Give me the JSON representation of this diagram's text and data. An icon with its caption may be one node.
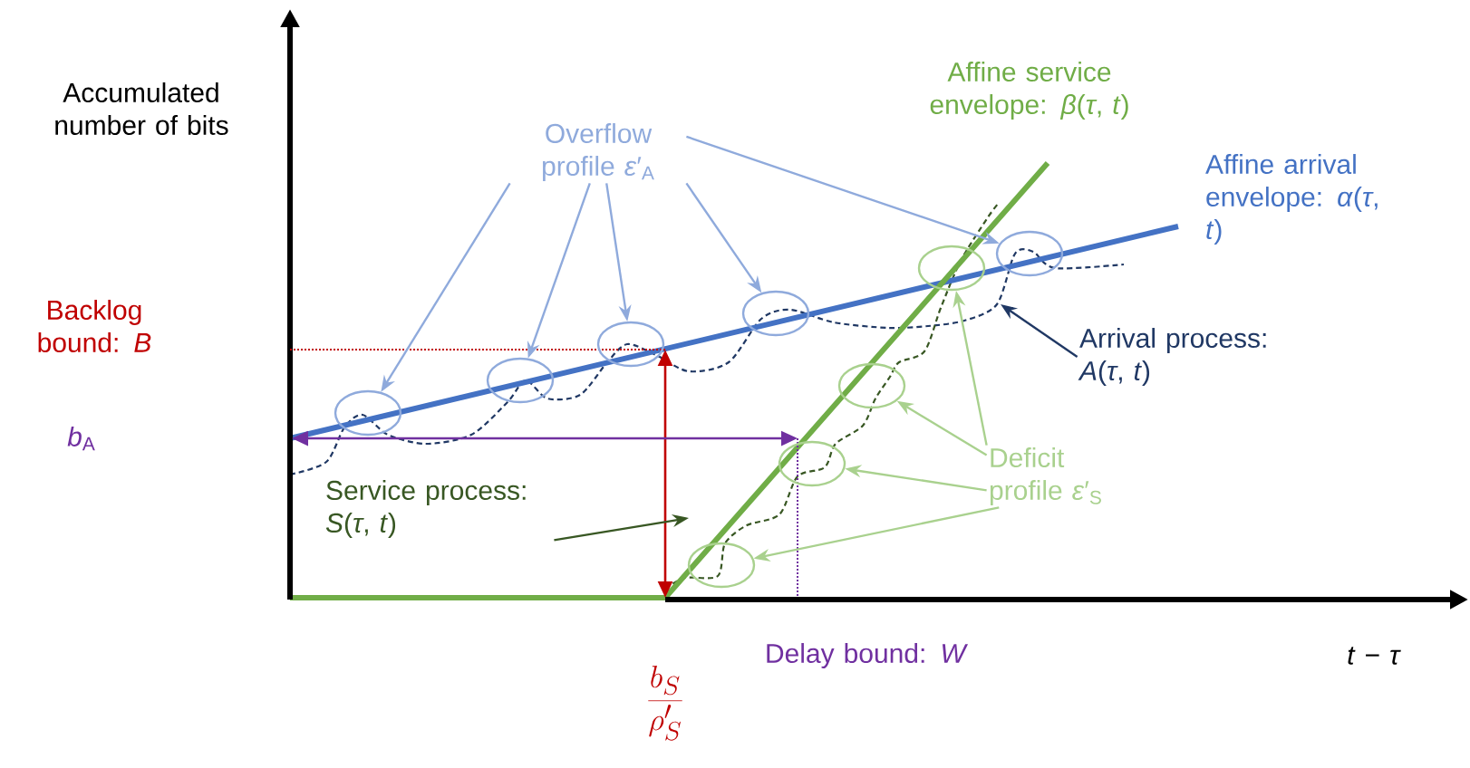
{
  "diagram": {
    "nodes": [
      {
        "text": [
          "Overflow profile *ε*′$_{A}$"
        ]
      },
      {
        "text": [],
        "shape": "ellipse"
      },
      {
        "text": [],
        "shape": "ellipse"
      },
      {
        "text": [],
        "shape": "ellipse"
      },
      {
        "text": [],
        "shape": "ellipse"
      },
      {
        "text": [],
        "shape": "ellipse"
      },
      {
        "text": [
          "Arrival process: *A*(*τ*, *t*)"
        ]
      },
      {
        "text": [
          "Service process: *S*(*τ*, *t*)"
        ]
      },
      {
        "text": [
          "Deficit profile *ε*′$_{S}$"
        ]
      },
      {
        "text": [],
        "shape": "ellipse"
      },
      {
        "text": [],
        "shape": "ellipse"
      },
      {
        "text": [],
        "shape": "ellipse"
      },
      {
        "text": [],
        "shape": "ellipse"
      }
    ],
    "edges": [
      {
        "from": 0,
        "to": 1,
        "arrow": "to"
      },
      {
        "from": 0,
        "to": 2,
        "arrow": "to"
      },
      {
        "from": 0,
        "to": 3,
        "arrow": "to"
      },
      {
        "from": 0,
        "to": 4,
        "arrow": "to"
      },
      {
        "from": 0,
        "to": 5,
        "arrow": "to"
      },
      {
        "from": 6,
        "to": null,
        "arrow": "to",
        "color": "#203864"
      },
      {
        "from": 7,
        "to": null,
        "arrow": "to",
        "color": "#385723"
      },
      {
        "from": 8,
        "to": 12,
        "arrow": "to",
        "color": "#a9d18e"
      },
      {
        "from": 8,
        "to": 11,
        "arrow": "to",
        "color": "#a9d18e"
      },
      {
        "from": 8,
        "to": 10,
        "arrow": "to",
        "color": "#a9d18e"
      },
      {
        "from": 8,
        "to": 9,
        "arrow": "to",
        "color": "#a9d18e"
      }
    ],
    "labels": [
      "Accumulated number of bits",
      "Affine service envelope: *β*(*τ*, *t*)",
      "Affine arrival envelope: *α*(*τ*, *t*)",
      "Backlog bound: *B*",
      "*b*$_{A}$",
      "\\frac{b_S}{\\rho'_S}",
      "Delay bound: *W*",
      "*t* − *τ*"
    ]
  }
}
